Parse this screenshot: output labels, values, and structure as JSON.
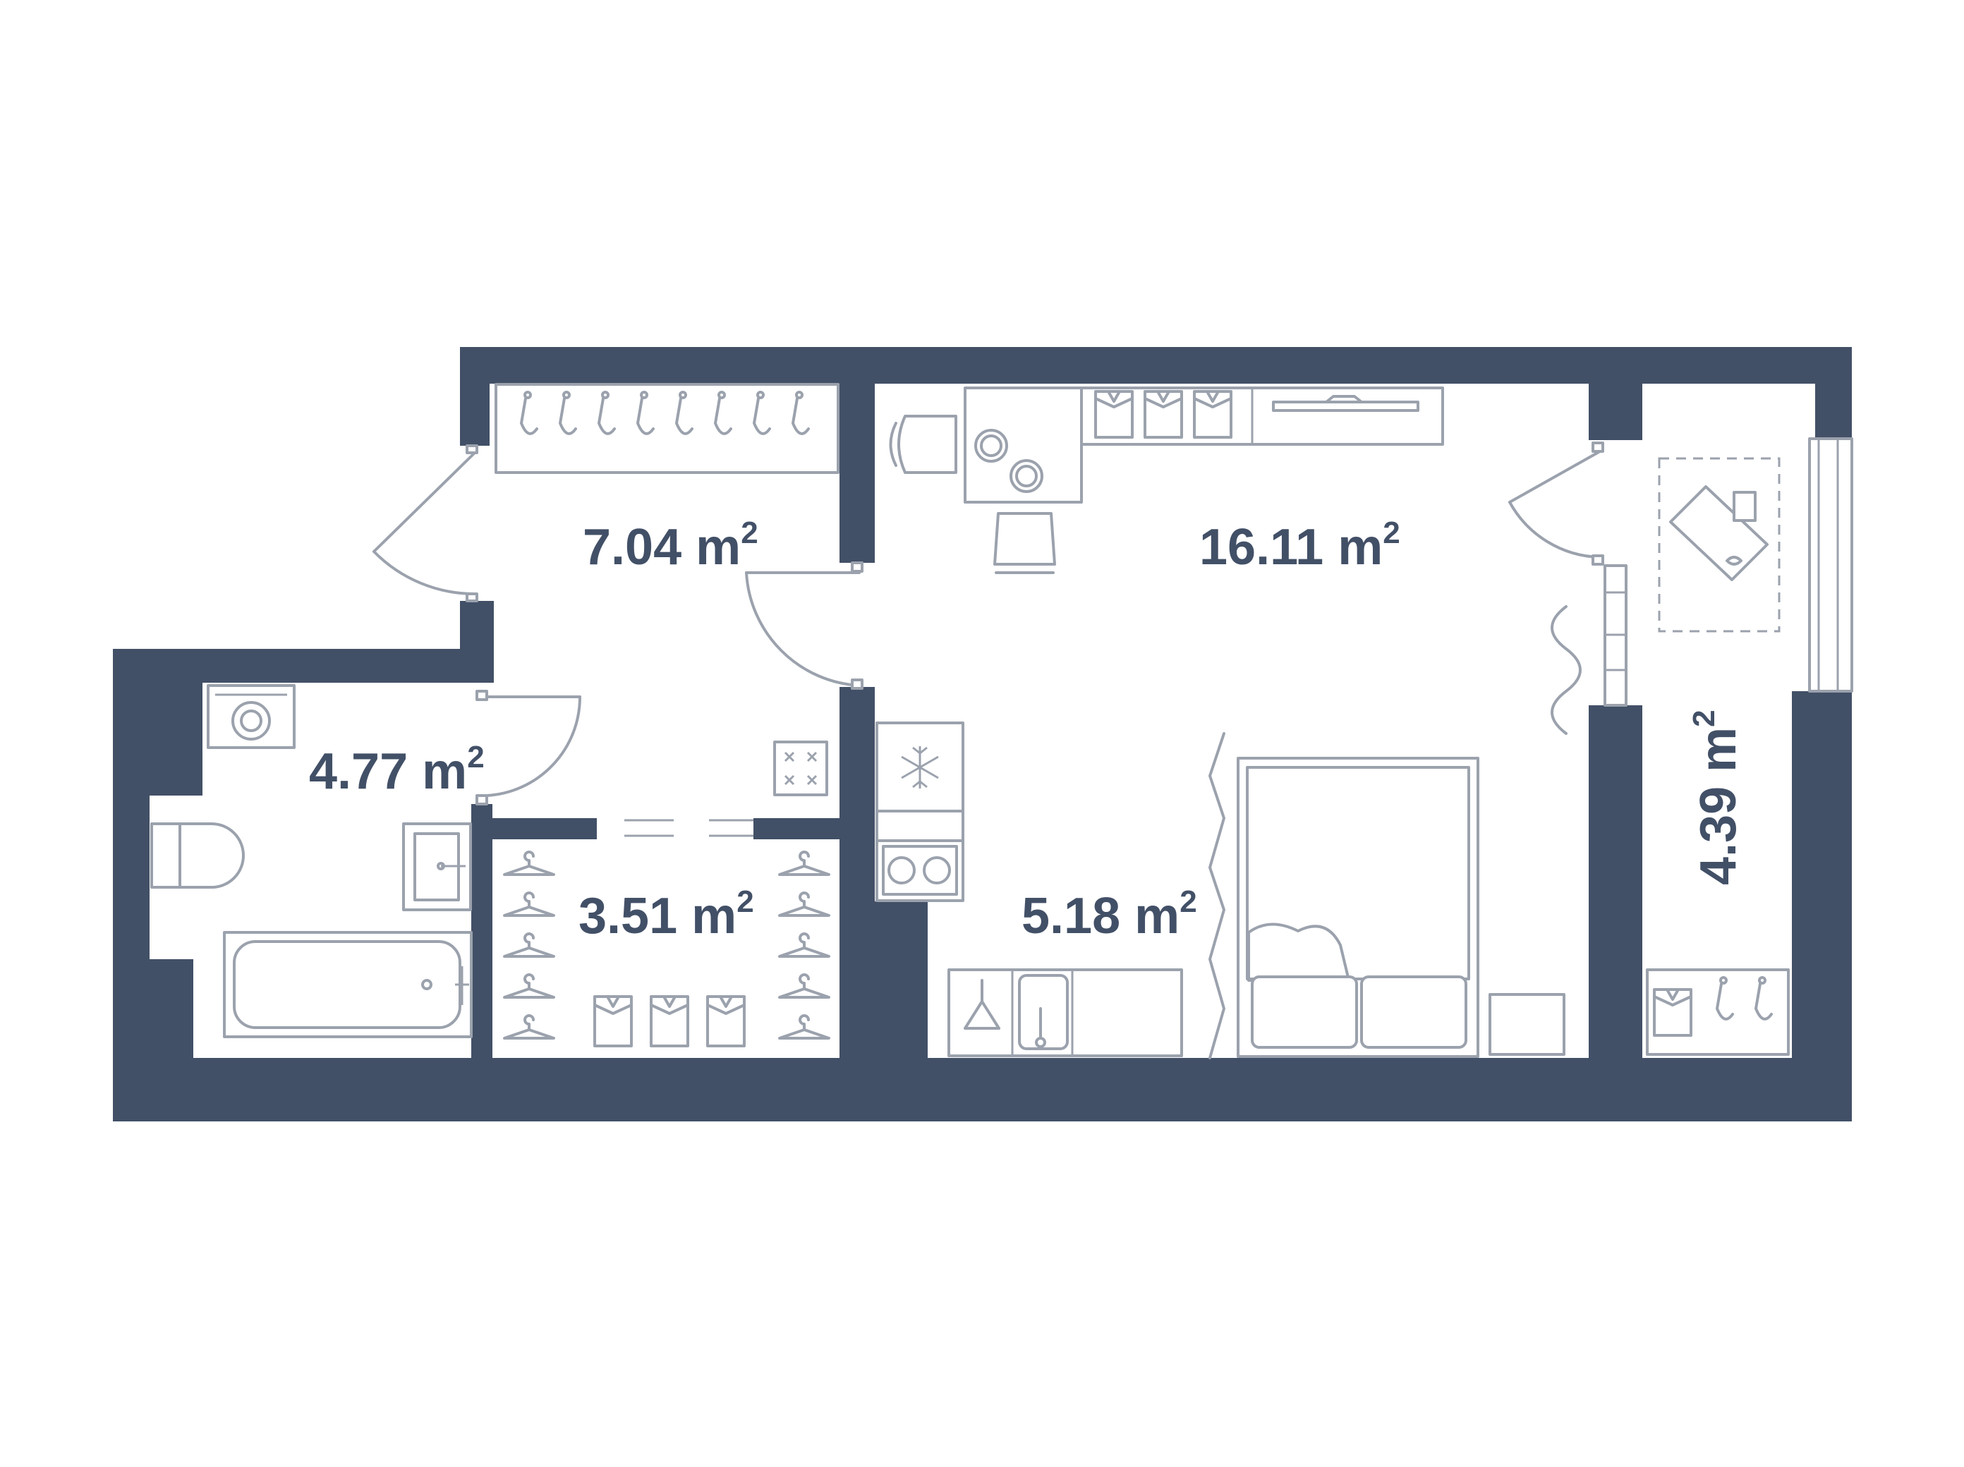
{
  "plan": {
    "unit": "m",
    "unit_sup": "2",
    "rooms": [
      {
        "id": "hallway",
        "area": "7.04"
      },
      {
        "id": "living",
        "area": "16.11"
      },
      {
        "id": "bathroom",
        "area": "4.77"
      },
      {
        "id": "wardrobe",
        "area": "3.51"
      },
      {
        "id": "kitchen",
        "area": "5.18"
      },
      {
        "id": "balcony",
        "area": "4.39"
      }
    ]
  },
  "colors": {
    "wall": "#425067",
    "furniture_line": "#9ba2ad",
    "background": "#ffffff"
  }
}
